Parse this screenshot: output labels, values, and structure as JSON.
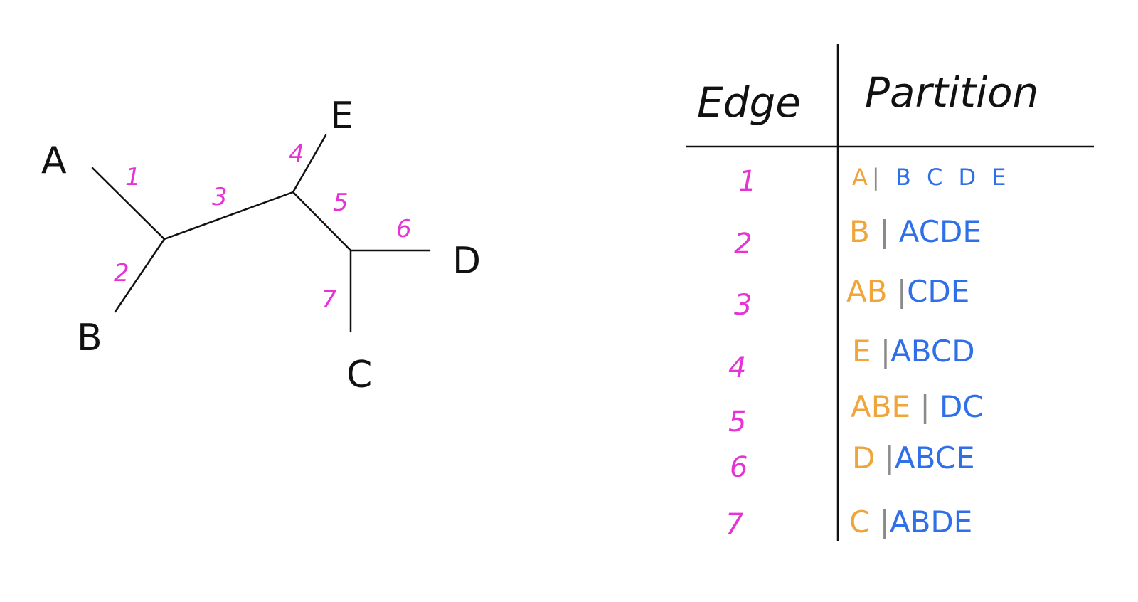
{
  "tree": {
    "leaves": {
      "A": "A",
      "B": "B",
      "C": "C",
      "D": "D",
      "E": "E"
    },
    "edge_labels": [
      "1",
      "2",
      "3",
      "4",
      "5",
      "6",
      "7"
    ]
  },
  "table": {
    "header_edge": "Edge",
    "header_partition": "Partition",
    "rows": [
      {
        "edge": "1",
        "left": "A",
        "bar": "|",
        "right": "B C D E"
      },
      {
        "edge": "2",
        "left": "B",
        "bar": "|",
        "right": "ACDE"
      },
      {
        "edge": "3",
        "left": "AB",
        "bar": "|",
        "right": "CDE"
      },
      {
        "edge": "4",
        "left": "E",
        "bar": "|",
        "right": "ABCD"
      },
      {
        "edge": "5",
        "left": "ABE",
        "bar": "|",
        "right": "DC"
      },
      {
        "edge": "6",
        "left": "D",
        "bar": "|",
        "right": "ABCE"
      },
      {
        "edge": "7",
        "left": "C",
        "bar": "|",
        "right": "ABDE"
      }
    ]
  },
  "colors": {
    "ink": "#111111",
    "edge_number": "#e633d6",
    "partition_left": "#f0a53a",
    "partition_bar": "#8a8a8a",
    "partition_right": "#2f6fe8"
  }
}
